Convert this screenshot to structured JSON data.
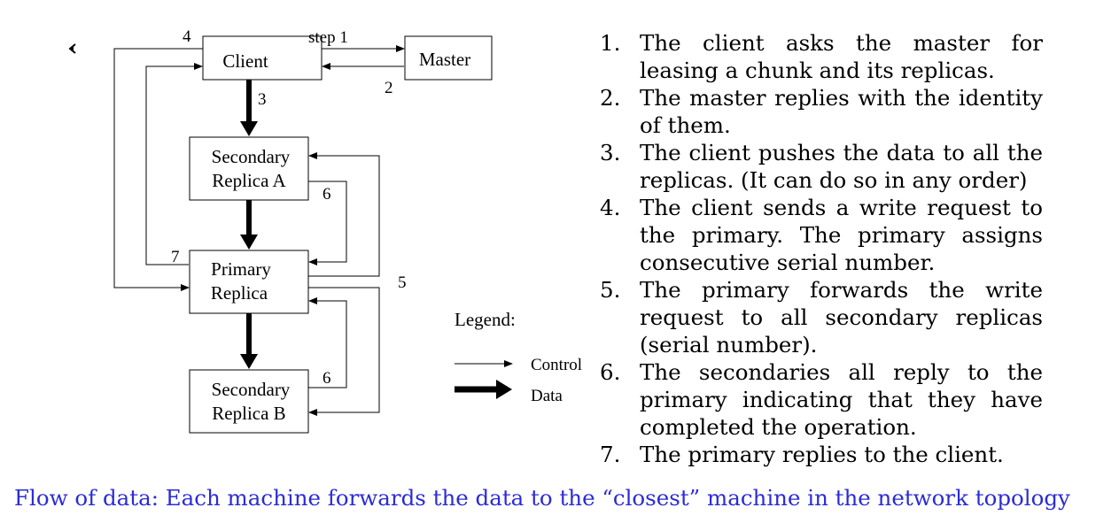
{
  "diagram": {
    "nodes": {
      "client": "Client",
      "master": "Master",
      "secondary_a": [
        "Secondary",
        "Replica A"
      ],
      "primary": [
        "Primary",
        "Replica"
      ],
      "secondary_b": [
        "Secondary",
        "Replica B"
      ]
    },
    "labels": {
      "step1": "step 1",
      "n2": "2",
      "n3": "3",
      "n4": "4",
      "n5": "5",
      "n6a": "6",
      "n6b": "6",
      "n7": "7"
    },
    "legend": {
      "title": "Legend:",
      "control": "Control",
      "data": "Data"
    }
  },
  "steps": [
    {
      "num": "1.",
      "text": "The client asks the master for leasing a chunk and its  replicas."
    },
    {
      "num": "2.",
      "text": "The master replies with the identity of them."
    },
    {
      "num": "3.",
      "text": "The client pushes the data to all the replicas. (It  can do so in any order)"
    },
    {
      "num": "4.",
      "text": "The client sends a write request to the primary.   The   primary   assigns consecutive serial number."
    },
    {
      "num": "5.",
      "text": "The primary forwards the write request to all secondary replicas (serial number)."
    },
    {
      "num": "6.",
      "text": "The secondaries all reply to the primary indicating that they have completed the operation."
    },
    {
      "num": "7.",
      "text": "The primary replies to the client."
    }
  ],
  "footer": "Flow of data:  Each machine forwards the data to the “closest” machine in the network topology"
}
